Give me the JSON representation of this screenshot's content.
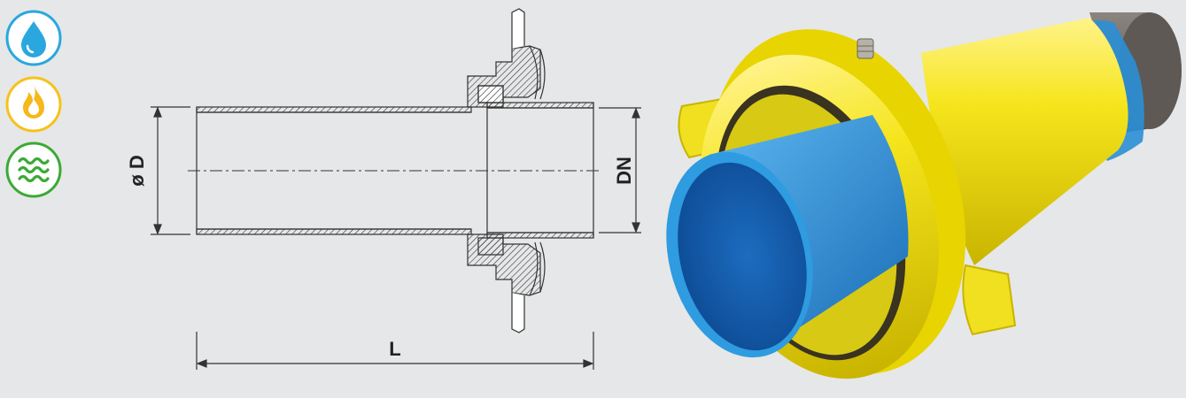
{
  "icons": [
    {
      "name": "water-drop-icon",
      "color": "#2aa7df"
    },
    {
      "name": "gas-flame-icon",
      "color": "#f6c21a"
    },
    {
      "name": "waves-icon",
      "color": "#3aaa35"
    }
  ],
  "drawing": {
    "outer_diameter_label": "ø D",
    "nominal_diameter_label": "DN",
    "length_label": "L"
  },
  "colors": {
    "background": "#e6e7e8",
    "pipe_yellow": "#f2e21a",
    "pipe_blue": "#2b8fd6",
    "steel": "#6e6a66",
    "line": "#333333"
  }
}
